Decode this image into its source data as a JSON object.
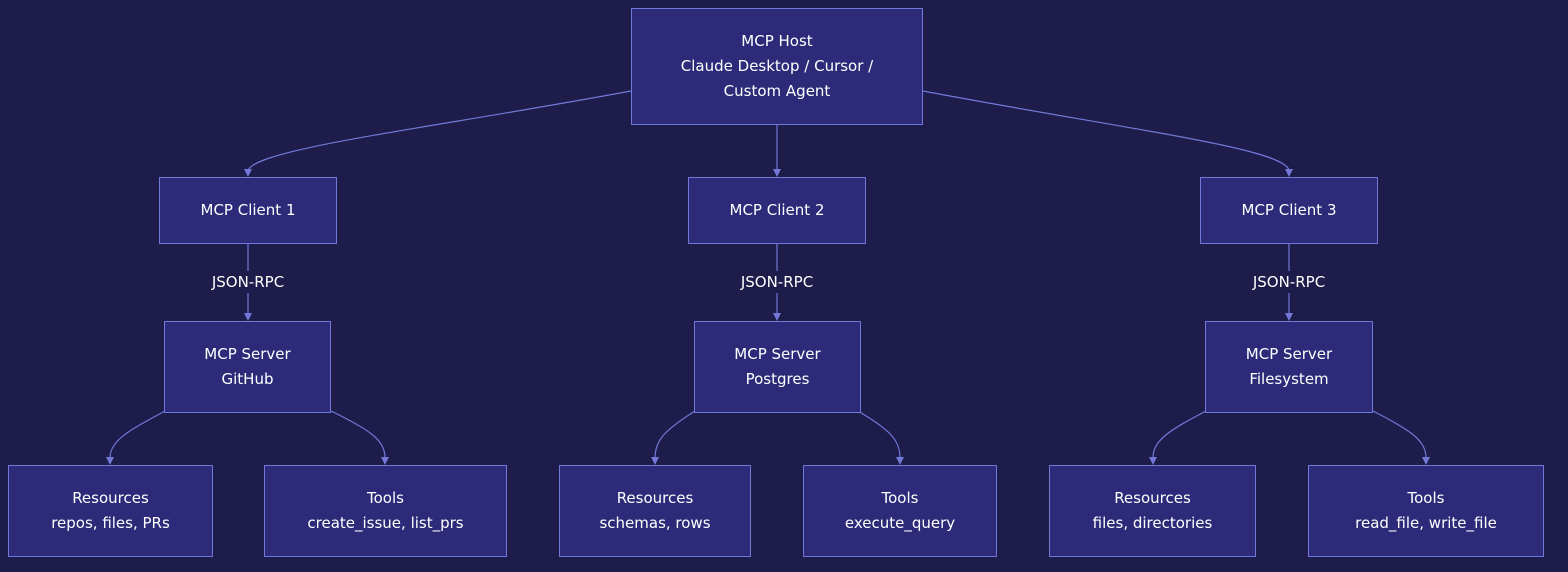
{
  "colors": {
    "background": "#1e1c4a",
    "node_fill": "#2d2b79",
    "node_border": "#7278d8",
    "edge": "#7278d8",
    "text": "#ffffff"
  },
  "host": {
    "line1": "MCP Host",
    "line2": "Claude Desktop / Cursor /",
    "line3": "Custom Agent"
  },
  "clients": [
    {
      "label": "MCP Client 1"
    },
    {
      "label": "MCP Client 2"
    },
    {
      "label": "MCP Client 3"
    }
  ],
  "edge_labels": [
    "JSON-RPC",
    "JSON-RPC",
    "JSON-RPC"
  ],
  "servers": [
    {
      "title": "MCP Server",
      "name": "GitHub"
    },
    {
      "title": "MCP Server",
      "name": "Postgres"
    },
    {
      "title": "MCP Server",
      "name": "Filesystem"
    }
  ],
  "leaves": [
    {
      "title": "Resources",
      "detail": "repos, files, PRs"
    },
    {
      "title": "Tools",
      "detail": "create_issue, list_prs"
    },
    {
      "title": "Resources",
      "detail": "schemas, rows"
    },
    {
      "title": "Tools",
      "detail": "execute_query"
    },
    {
      "title": "Resources",
      "detail": "files, directories"
    },
    {
      "title": "Tools",
      "detail": "read_file, write_file"
    }
  ]
}
